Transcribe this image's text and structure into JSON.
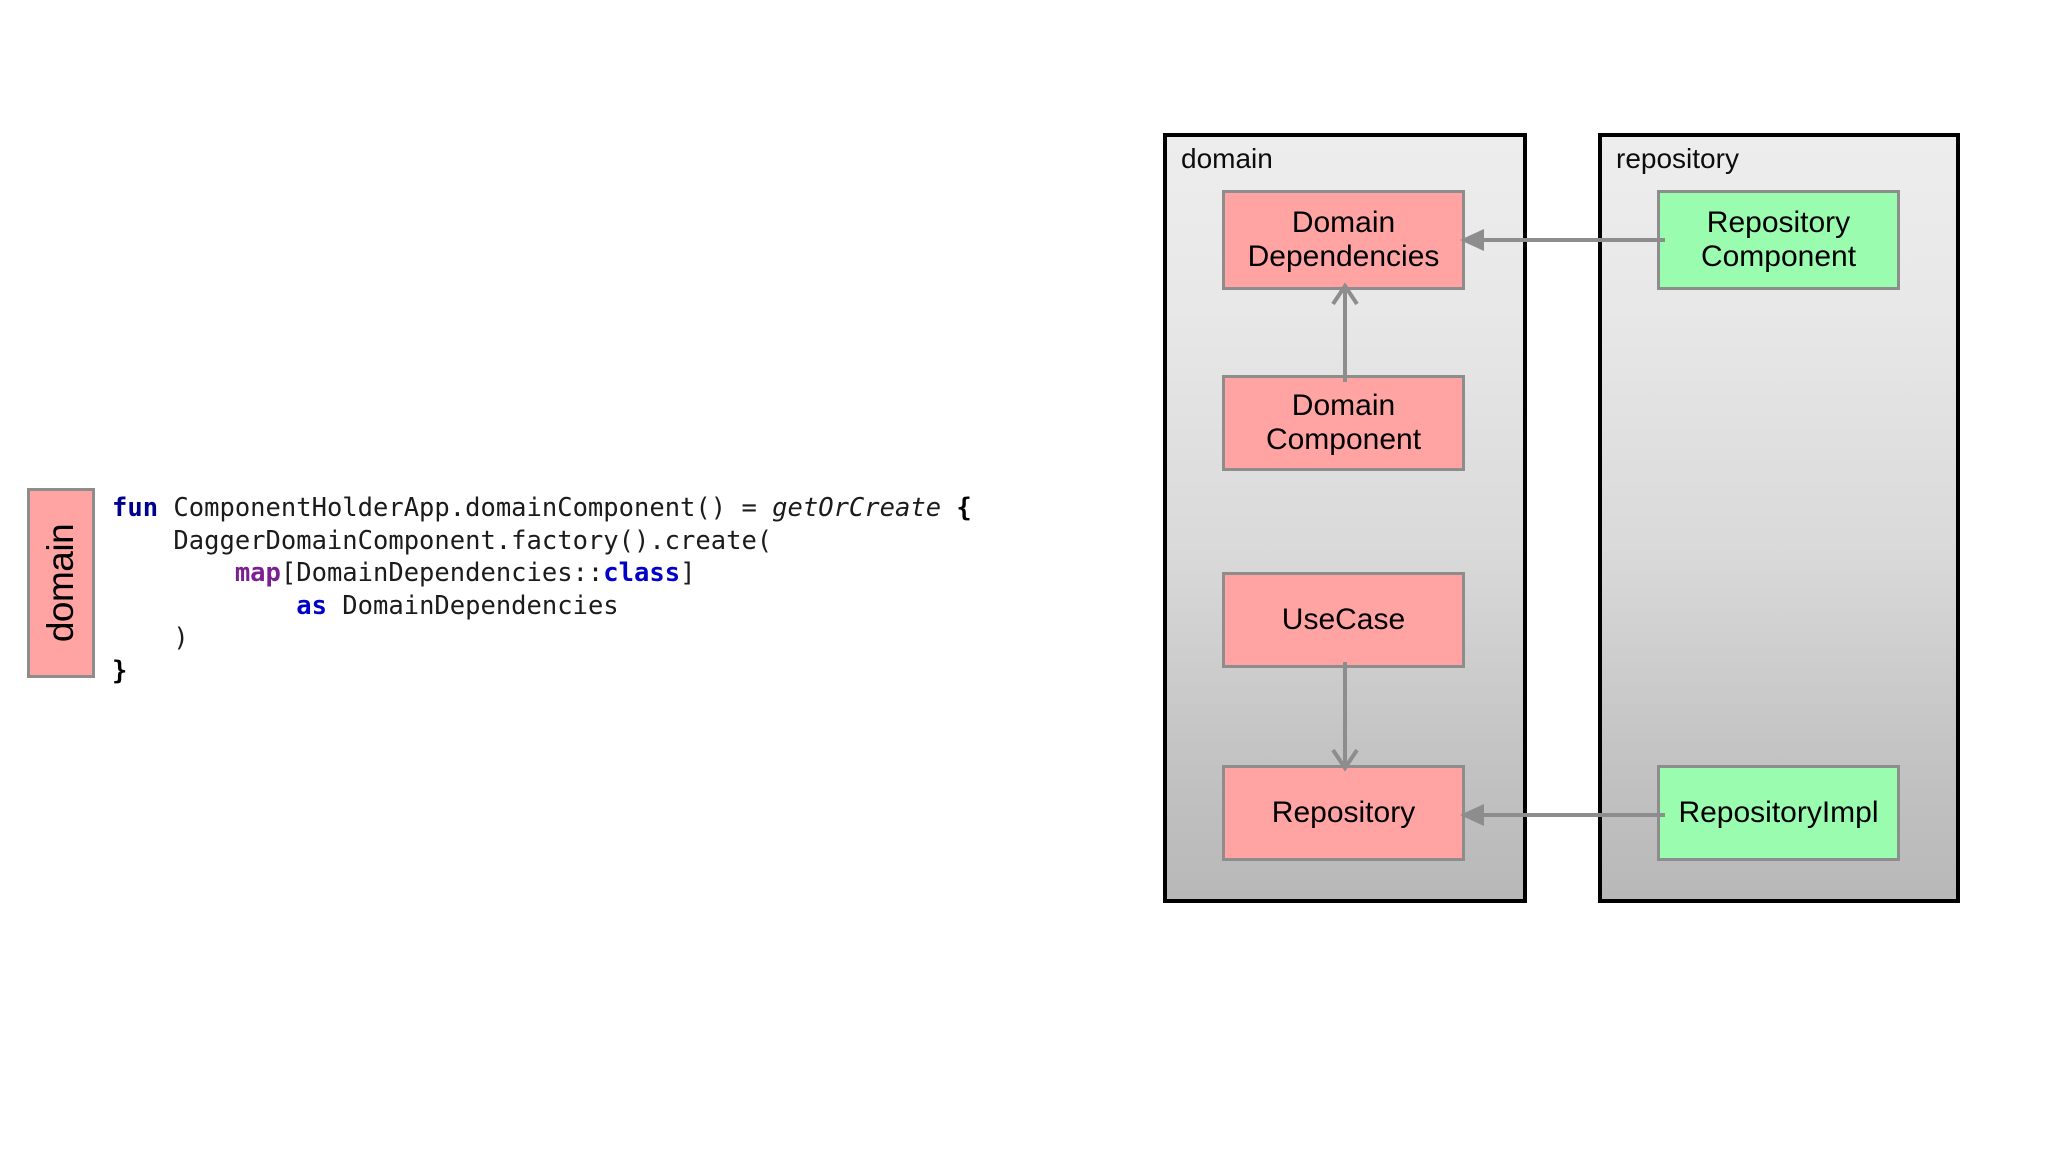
{
  "left_panel": {
    "lane_label": "domain",
    "code": {
      "language": "kotlin",
      "lines": [
        {
          "tokens": [
            {
              "text": "fun ",
              "style": "kw-fun"
            },
            {
              "text": "ComponentHolderApp.domainComponent() = ",
              "style": "plain"
            },
            {
              "text": "getOrCreate",
              "style": "kw-ital"
            },
            {
              "text": " ",
              "style": "plain"
            },
            {
              "text": "{",
              "style": "kw-brace"
            }
          ]
        },
        {
          "tokens": [
            {
              "text": "    DaggerDomainComponent.factory().create(",
              "style": "plain"
            }
          ]
        },
        {
          "tokens": [
            {
              "text": "        ",
              "style": "plain"
            },
            {
              "text": "map",
              "style": "kw-purple"
            },
            {
              "text": "[DomainDependencies::",
              "style": "plain"
            },
            {
              "text": "class",
              "style": "kw-blue"
            },
            {
              "text": "]",
              "style": "plain"
            }
          ]
        },
        {
          "tokens": [
            {
              "text": "            ",
              "style": "plain"
            },
            {
              "text": "as",
              "style": "kw-blue"
            },
            {
              "text": " DomainDependencies",
              "style": "plain"
            }
          ]
        },
        {
          "tokens": [
            {
              "text": "    )",
              "style": "plain"
            }
          ]
        },
        {
          "tokens": [
            {
              "text": "}",
              "style": "kw-brace"
            }
          ]
        }
      ]
    }
  },
  "diagram": {
    "packages": [
      {
        "id": "domain",
        "title": "domain"
      },
      {
        "id": "repository",
        "title": "repository"
      }
    ],
    "nodes": [
      {
        "id": "domain-dependencies",
        "label": "Domain\nDependencies",
        "package": "domain",
        "color": "#ffa3a3"
      },
      {
        "id": "domain-component",
        "label": "Domain\nComponent",
        "package": "domain",
        "color": "#ffa3a3"
      },
      {
        "id": "usecase",
        "label": "UseCase",
        "package": "domain",
        "color": "#ffa3a3"
      },
      {
        "id": "repository",
        "label": "Repository",
        "package": "domain",
        "color": "#ffa3a3"
      },
      {
        "id": "repository-component",
        "label": "Repository\nComponent",
        "package": "repository",
        "color": "#99fcae"
      },
      {
        "id": "repository-impl",
        "label": "RepositoryImpl",
        "package": "repository",
        "color": "#99fcae"
      }
    ],
    "edges": [
      {
        "id": "repocomp-to-domaindeps",
        "from": "repository-component",
        "to": "domain-dependencies",
        "direction": "left",
        "head": "solid"
      },
      {
        "id": "repoimpl-to-repository",
        "from": "repository-impl",
        "to": "repository",
        "direction": "left",
        "head": "solid"
      },
      {
        "id": "domaincomp-to-deps",
        "from": "domain-component",
        "to": "domain-dependencies",
        "direction": "up",
        "head": "open"
      },
      {
        "id": "usecase-to-repository",
        "from": "usecase",
        "to": "repository",
        "direction": "down",
        "head": "open"
      }
    ],
    "colors": {
      "node_pink": "#ffa3a3",
      "node_green": "#99fcae",
      "node_border": "#8d8d8d",
      "package_border": "#000000",
      "arrow": "#8d8d8d"
    }
  }
}
